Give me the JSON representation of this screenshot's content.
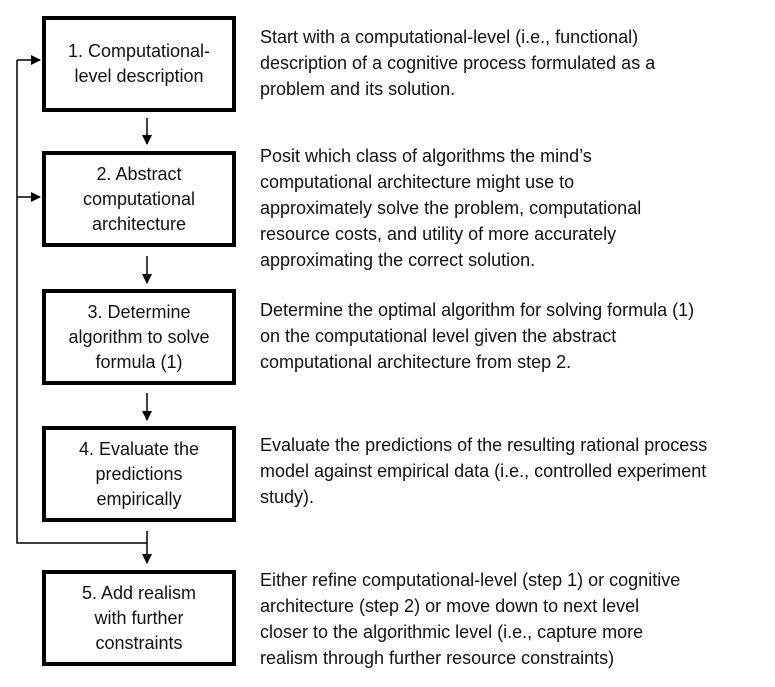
{
  "steps": [
    {
      "label": "1. Computational-\nlevel description",
      "description": "Start with a computational-level (i.e., functional)\ndescription of a cognitive process formulated as a\nproblem and its solution."
    },
    {
      "label": "2. Abstract\ncomputational\narchitecture",
      "description": "Posit which class of algorithms the mind’s\ncomputational architecture might use to\napproximately solve the problem, computational\nresource costs, and utility of more accurately\napproximating the correct solution."
    },
    {
      "label": "3. Determine\nalgorithm to solve\nformula (1)",
      "description": "Determine the optimal algorithm for solving formula (1)\non the computational level given the abstract\ncomputational architecture from step 2."
    },
    {
      "label": "4. Evaluate the\npredictions\nempirically",
      "description": "Evaluate the predictions of the resulting rational process\nmodel against empirical data (i.e., controlled experiment\nstudy)."
    },
    {
      "label": "5. Add realism\nwith further\nconstraints",
      "description": "Either refine computational-level (step 1) or cognitive\narchitecture (step 2) or move down to next level\ncloser to the algorithmic level (i.e., capture more\nrealism through further resource constraints)"
    }
  ]
}
